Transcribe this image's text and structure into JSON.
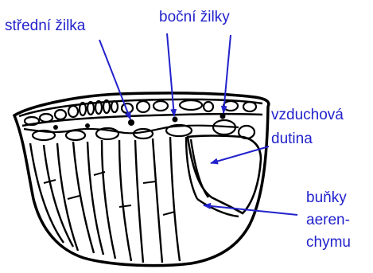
{
  "colors": {
    "label": "#2222cc",
    "arrow": "#2222cc",
    "drawing": "#000000",
    "background": "#ffffff"
  },
  "labels": {
    "midrib": "střední žilka",
    "lateral_veins": "boční žilky",
    "air_cavity": [
      "vzduchová",
      "dutina"
    ],
    "aerenchyma_cells": [
      "buňky",
      "aeren-",
      "chymu"
    ]
  }
}
